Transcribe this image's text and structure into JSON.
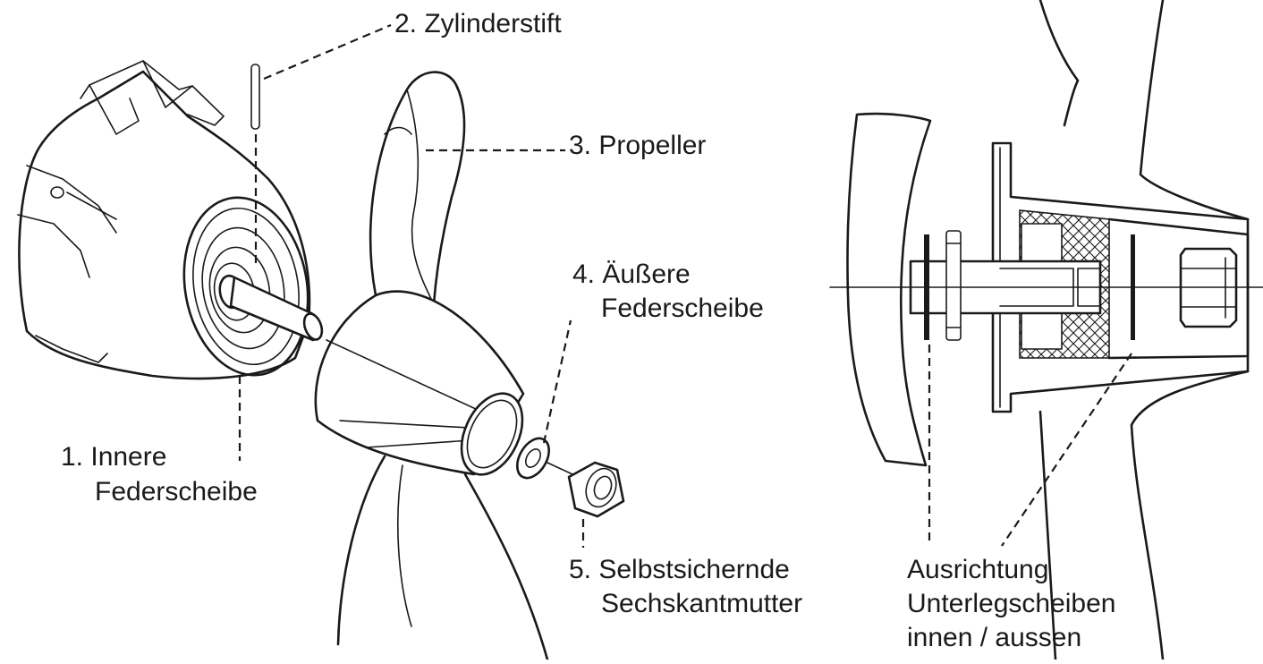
{
  "labels": {
    "pin": "2. Zylinderstift",
    "propeller": "3. Propeller",
    "outer_washer_line1": "4. Äußere",
    "outer_washer_line2": "Federscheibe",
    "inner_washer_line1": "1. Innere",
    "inner_washer_line2": "Federscheibe",
    "nut_line1": "5. Selbstsichernde",
    "nut_line2": "Sechskantmutter",
    "shims_line1": "Ausrichtung",
    "shims_line2": "Unterlegscheiben",
    "shims_line3": "innen / aussen"
  },
  "colors": {
    "ink": "#1a1a1a",
    "background": "#ffffff"
  }
}
